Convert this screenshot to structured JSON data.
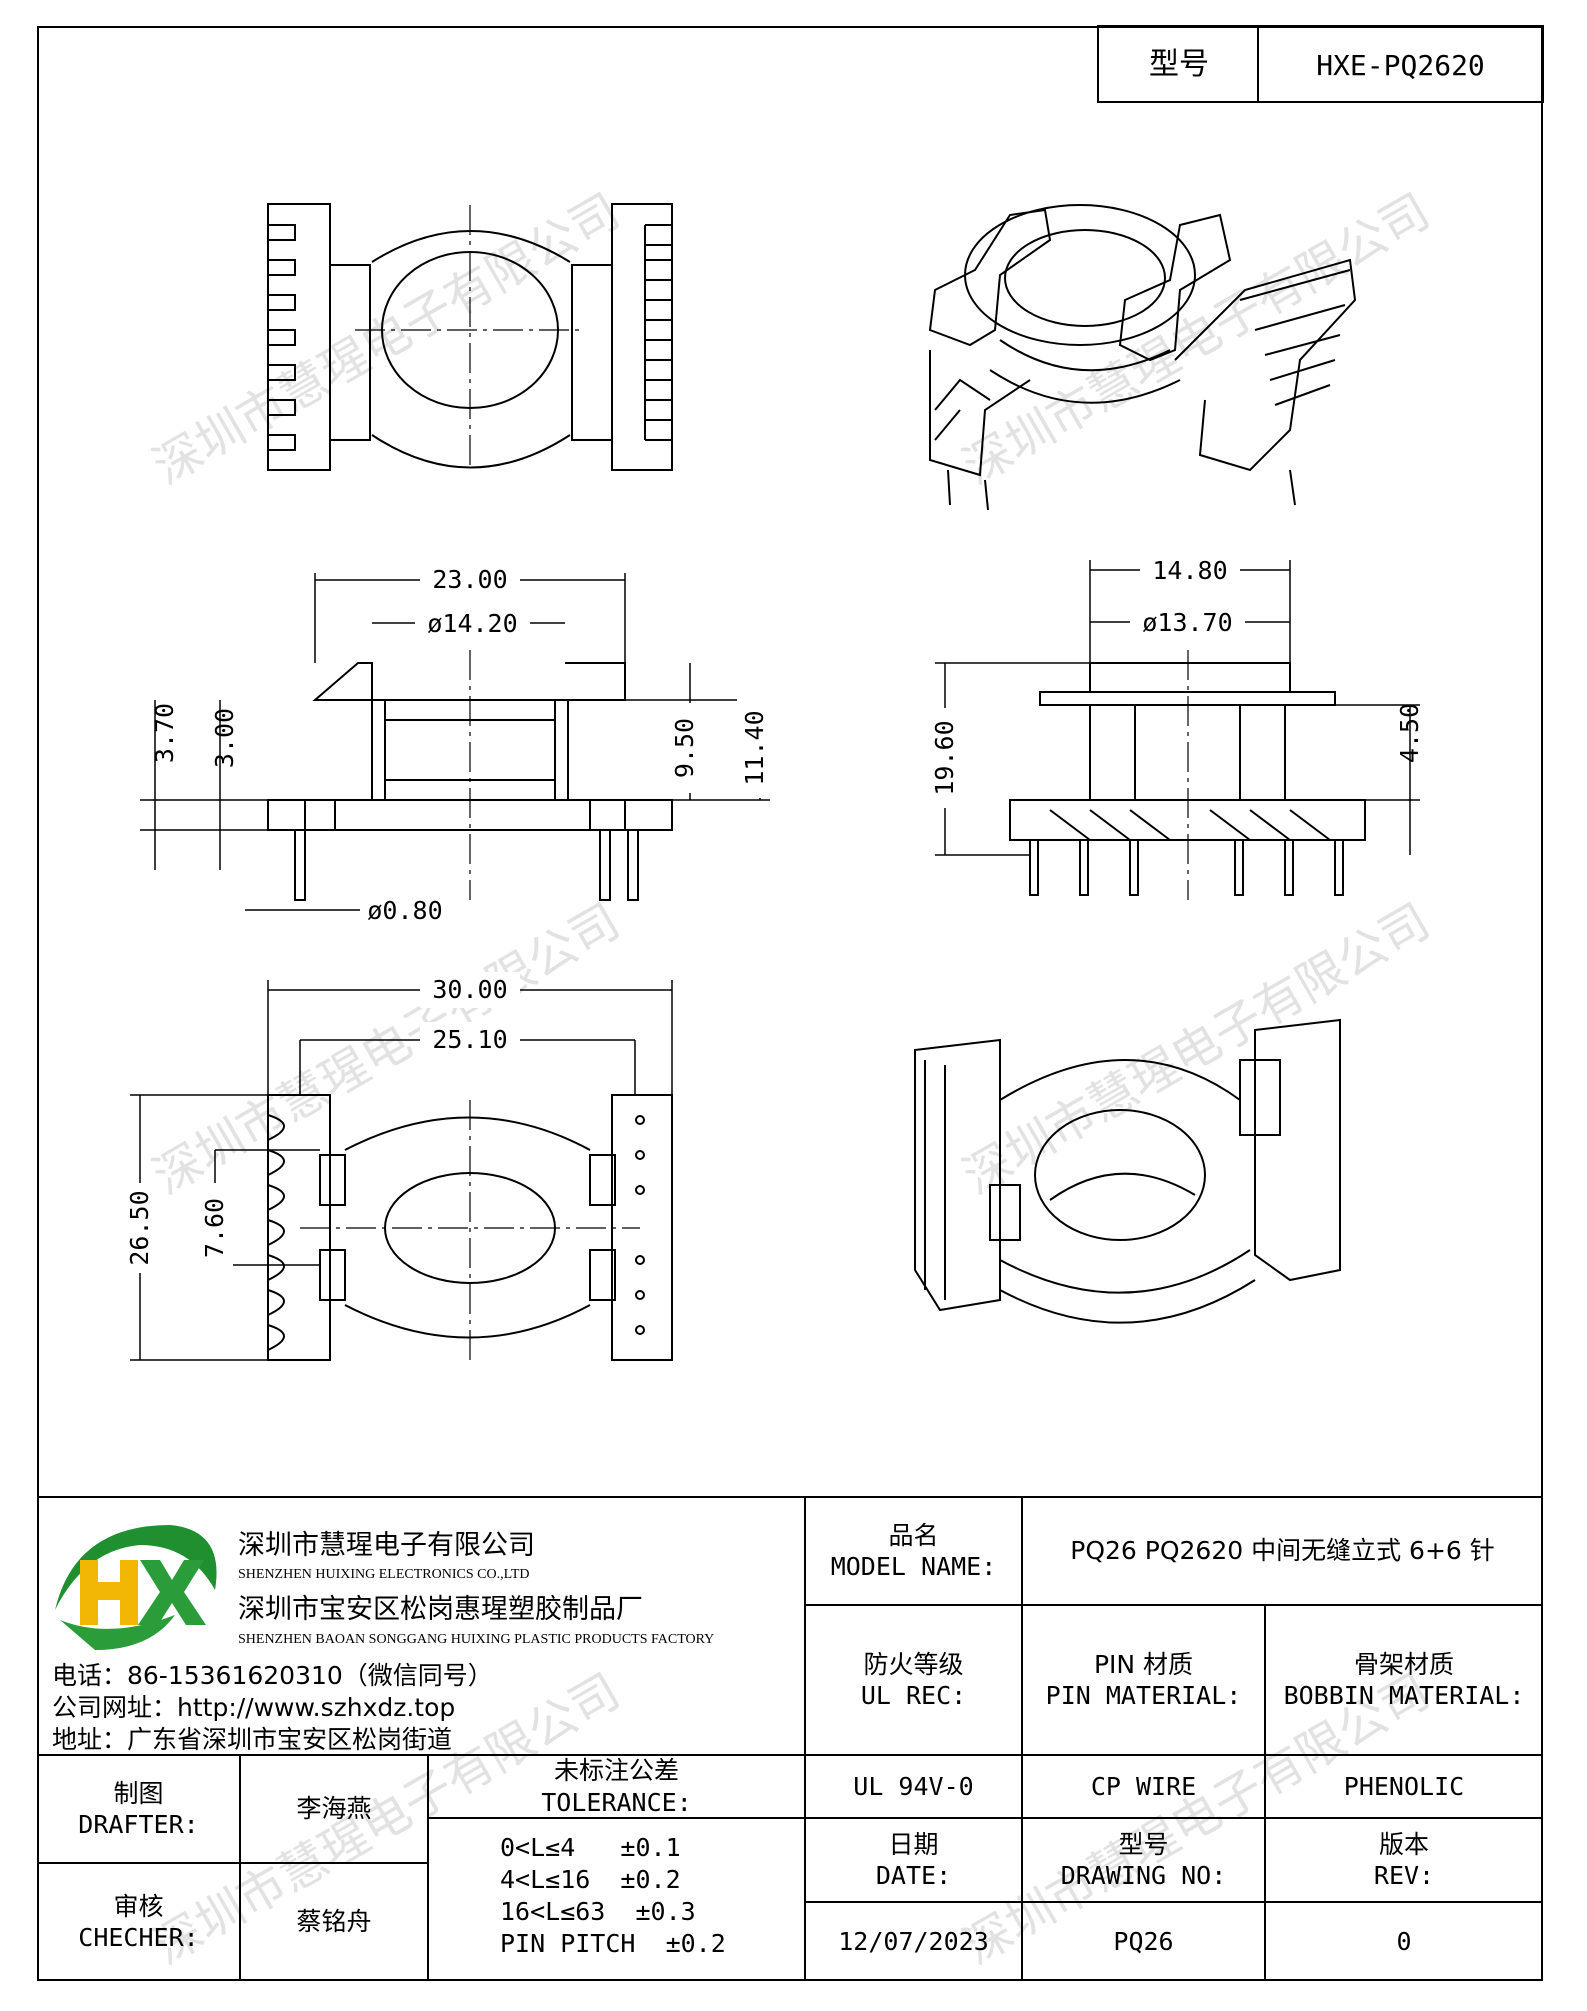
{
  "header": {
    "model_label": "型号",
    "model_value": "HXE-PQ2620"
  },
  "dimensions": {
    "w_23": "23.00",
    "d_14_20": "ø14.20",
    "h_3_70": "3.70",
    "h_3_00": "3.00",
    "h_9_50": "9.50",
    "h_11_40": "11.40",
    "pin_d": "ø0.80",
    "w_14_80": "14.80",
    "d_13_70": "ø13.70",
    "h_19_60": "19.60",
    "h_4_50": "4.50",
    "w_30": "30.00",
    "w_25_10": "25.10",
    "h_26_50": "26.50",
    "h_7_60": "7.60"
  },
  "company": {
    "name_cn": "深圳市慧瑆电子有限公司",
    "name_en": "SHENZHEN HUIXING ELECTRONICS CO.,LTD",
    "factory_cn": "深圳市宝安区松岗惠瑆塑胶制品厂",
    "factory_en": "SHENZHEN BAOAN SONGGANG HUIXING PLASTIC PRODUCTS FACTORY",
    "phone": "电话：86-15361620310（微信同号）",
    "website": "公司网址：http://www.szhxdz.top",
    "address": "地址：广东省深圳市宝安区松岗街道",
    "logo_text": "HX",
    "logo_colors": {
      "h": "#f2b705",
      "x": "#2a9d3a",
      "swoosh": "#1f8f2f"
    }
  },
  "title_block": {
    "model_name_cn": "品名",
    "model_name_en": "MODEL NAME:",
    "model_name_value": "PQ26 PQ2620 中间无缝立式 6+6 针",
    "ul_cn": "防火等级",
    "ul_en": "UL REC:",
    "pin_mat_cn": "PIN 材质",
    "pin_mat_en": "PIN MATERIAL:",
    "bobbin_mat_cn": "骨架材质",
    "bobbin_mat_en": "BOBBIN MATERIAL:",
    "ul_value": "UL 94V-0",
    "pin_value": "CP WIRE",
    "bobbin_value": "PHENOLIC",
    "drafter_cn": "制图",
    "drafter_en": "DRAFTER:",
    "drafter_name": "李海燕",
    "checker_cn": "审核",
    "checker_en": "CHECHER:",
    "checker_name": "蔡铭舟",
    "tol_cn": "未标注公差",
    "tol_en": "TOLERANCE:",
    "tol_lines": [
      "0<L≤4   ±0.1",
      "4<L≤16  ±0.2",
      "16<L≤63  ±0.3",
      "PIN PITCH  ±0.2"
    ],
    "date_cn": "日期",
    "date_en": "DATE:",
    "date_value": "12/07/2023",
    "dwg_cn": "型号",
    "dwg_en": "DRAWING NO:",
    "dwg_value": "PQ26",
    "rev_cn": "版本",
    "rev_en": "REV:",
    "rev_value": "0"
  },
  "watermark": "深圳市慧瑆电子有限公司"
}
